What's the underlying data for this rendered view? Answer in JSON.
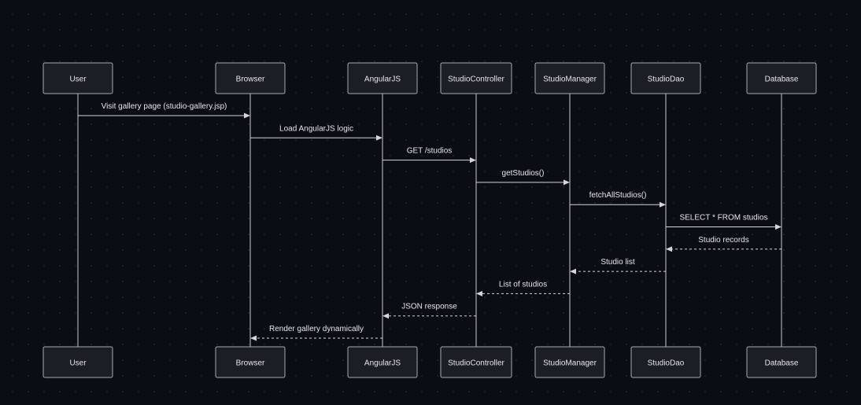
{
  "participants": [
    {
      "id": "user",
      "label": "User"
    },
    {
      "id": "browser",
      "label": "Browser"
    },
    {
      "id": "angularjs",
      "label": "AngularJS"
    },
    {
      "id": "studio-controller",
      "label": "StudioController"
    },
    {
      "id": "studio-manager",
      "label": "StudioManager"
    },
    {
      "id": "studio-dao",
      "label": "StudioDao"
    },
    {
      "id": "database",
      "label": "Database"
    }
  ],
  "messages": [
    {
      "from": "user",
      "to": "browser",
      "label": "Visit gallery page (studio-gallery.jsp)",
      "kind": "call"
    },
    {
      "from": "browser",
      "to": "angularjs",
      "label": "Load AngularJS logic",
      "kind": "call"
    },
    {
      "from": "angularjs",
      "to": "studio-controller",
      "label": "GET /studios",
      "kind": "call"
    },
    {
      "from": "studio-controller",
      "to": "studio-manager",
      "label": "getStudios()",
      "kind": "call"
    },
    {
      "from": "studio-manager",
      "to": "studio-dao",
      "label": "fetchAllStudios()",
      "kind": "call"
    },
    {
      "from": "studio-dao",
      "to": "database",
      "label": "SELECT * FROM studios",
      "kind": "call"
    },
    {
      "from": "database",
      "to": "studio-dao",
      "label": "Studio records",
      "kind": "reply"
    },
    {
      "from": "studio-dao",
      "to": "studio-manager",
      "label": "Studio list",
      "kind": "reply"
    },
    {
      "from": "studio-manager",
      "to": "studio-controller",
      "label": "List of studios",
      "kind": "reply"
    },
    {
      "from": "studio-controller",
      "to": "angularjs",
      "label": "JSON response",
      "kind": "reply"
    },
    {
      "from": "angularjs",
      "to": "browser",
      "label": "Render gallery dynamically",
      "kind": "reply"
    }
  ],
  "colors": {
    "background": "#0a0d14",
    "box_fill": "#1b1e25",
    "box_stroke": "#a8abb2",
    "line": "#d4d6da",
    "text": "#e6e7ea"
  }
}
